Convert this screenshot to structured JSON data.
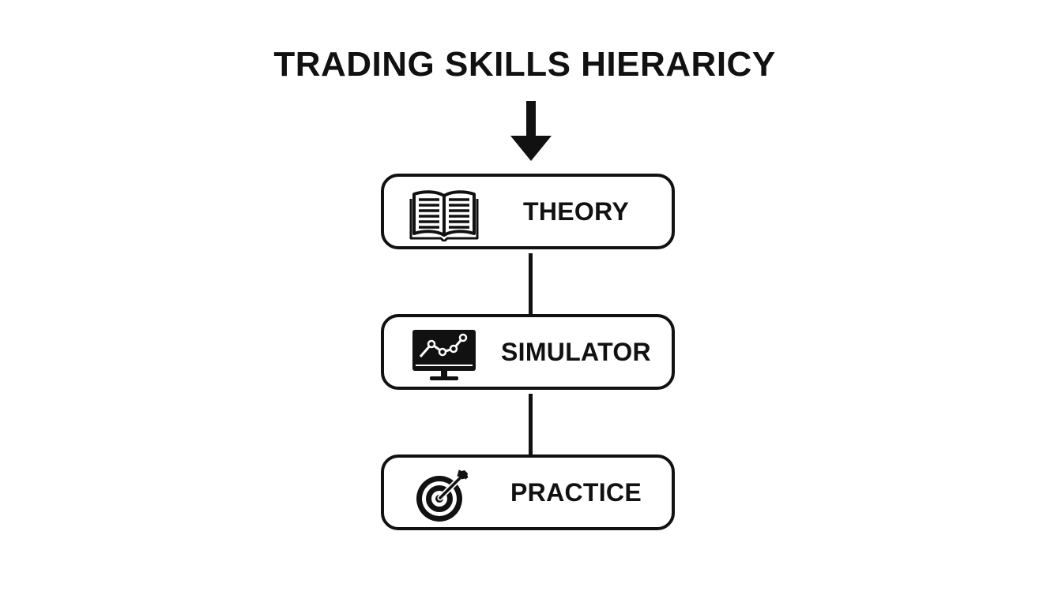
{
  "title": "TRADING SKILLS HIERARICY",
  "steps": [
    {
      "label": "THEORY",
      "icon": "open-book-icon"
    },
    {
      "label": "SIMULATOR",
      "icon": "monitor-chart-icon"
    },
    {
      "label": "PRACTICE",
      "icon": "target-arrow-icon"
    }
  ],
  "colors": {
    "ink": "#111111",
    "background": "#ffffff"
  }
}
